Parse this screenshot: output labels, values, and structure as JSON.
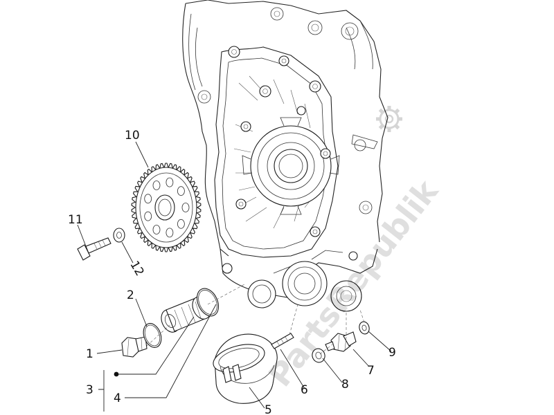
{
  "callouts": [
    {
      "id": "1",
      "label": "1"
    },
    {
      "id": "2",
      "label": "2"
    },
    {
      "id": "3",
      "label": "3"
    },
    {
      "id": "4",
      "label": "4"
    },
    {
      "id": "5",
      "label": "5"
    },
    {
      "id": "6",
      "label": "6"
    },
    {
      "id": "7",
      "label": "7"
    },
    {
      "id": "8",
      "label": "8"
    },
    {
      "id": "9",
      "label": "9"
    },
    {
      "id": "10",
      "label": "10"
    },
    {
      "id": "11",
      "label": "11"
    },
    {
      "id": "12",
      "label": "12"
    }
  ],
  "watermark": {
    "text": "PartsRepublik",
    "icon": "gear-icon"
  },
  "colors": {
    "line": "#1a1a1a",
    "background": "#ffffff"
  }
}
